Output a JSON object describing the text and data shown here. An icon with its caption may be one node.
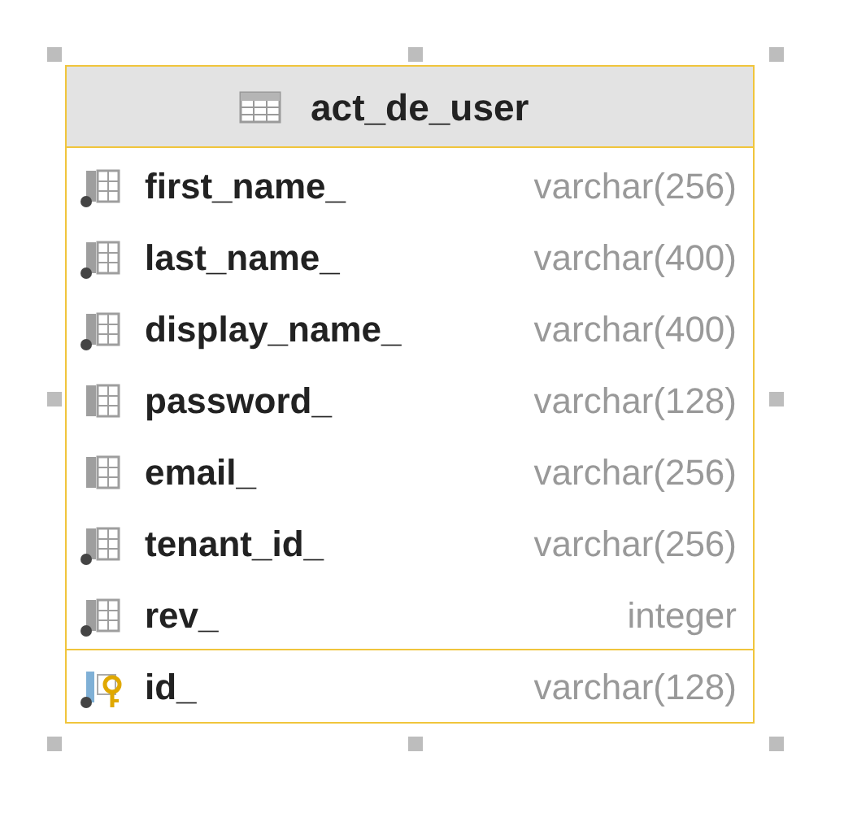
{
  "diagram": {
    "nodes": [
      {
        "text": [
          "act_de_user"
        ]
      }
    ],
    "labels": [
      "first_name_",
      "varchar(256)",
      "last_name_",
      "varchar(400)",
      "display_name_",
      "varchar(400)",
      "password_",
      "varchar(128)",
      "email_",
      "varchar(256)",
      "tenant_id_",
      "varchar(256)",
      "rev_",
      "integer",
      "id_",
      "varchar(128)"
    ]
  }
}
